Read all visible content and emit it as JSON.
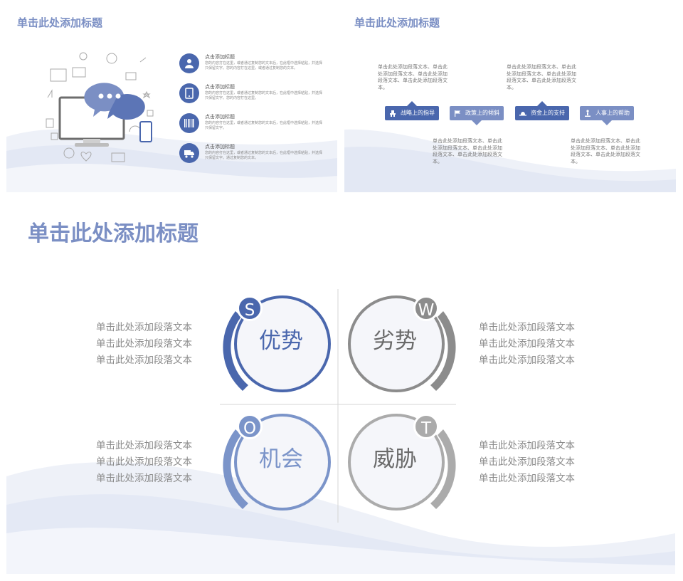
{
  "slide1": {
    "title": "单击此处添加标题",
    "features": [
      {
        "title": "点击添加标题",
        "desc": "您的内容打在这里，或者通过复制您的文本后，在此框中选择粘贴，并选择只保留文字。您的内容打在这里，或者通过复制您的文本。",
        "icon": "user-icon"
      },
      {
        "title": "点击添加标题",
        "desc": "您的内容打在这里，或者通过复制您的文本后，在此框中选择粘贴，并选择只保留文字。您的内容打在这里。",
        "icon": "tablet-icon"
      },
      {
        "title": "点击添加标题",
        "desc": "您的内容打在这里，或者通过复制您的文本后，在此框中选择粘贴，并选择只保留文字。",
        "icon": "barcode-icon"
      },
      {
        "title": "点击添加标题",
        "desc": "您的内容打在这里，或者通过复制您的文本后，在此框中选择粘贴，并选择只保留文字。通过复制您的文本。",
        "icon": "truck-icon"
      }
    ]
  },
  "slide2": {
    "title": "单击此处添加标题",
    "texts": [
      "单击此处添加段落文本、单击此处添加段落文本、单击此处添加段落文本、单击此处添加段落文本。",
      "单击此处添加段落文本、单击此处添加段落文本、单击此处添加段落文本、单击此处添加段落文本。",
      "单击此处添加段落文本、单击此处添加段落文本、单击此处添加段落文本、单击此处添加段落文本。",
      "单击此处添加段落文本、单击此处添加段落文本、单击此处添加段落文本、单击此处添加段落文本。"
    ],
    "tags": [
      {
        "label": "战略上的指导",
        "color": "#4a67ad",
        "icon": "podium-icon"
      },
      {
        "label": "政策上的倾斜",
        "color": "#7b8fc4",
        "icon": "flag-icon"
      },
      {
        "label": "资金上的支持",
        "color": "#4a67ad",
        "icon": "hat-icon"
      },
      {
        "label": "人事上的帮助",
        "color": "#7b8fc4",
        "icon": "person-icon"
      }
    ]
  },
  "slide3": {
    "title": "单击此处添加标题",
    "quadrants": [
      {
        "letter": "S",
        "label": "优势",
        "color": "#4a67ad",
        "text_color": "#4a67ad",
        "lines": [
          "单击此处添加段落文本",
          "单击此处添加段落文本",
          "单击此处添加段落文本"
        ]
      },
      {
        "letter": "W",
        "label": "劣势",
        "color": "#8c8c8c",
        "text_color": "#6a6a6a",
        "lines": [
          "单击此处添加段落文本",
          "单击此处添加段落文本",
          "单击此处添加段落文本"
        ]
      },
      {
        "letter": "O",
        "label": "机会",
        "color": "#7b94c9",
        "text_color": "#7b94c9",
        "lines": [
          "单击此处添加段落文本",
          "单击此处添加段落文本",
          "单击此处添加段落文本"
        ]
      },
      {
        "letter": "T",
        "label": "威胁",
        "color": "#ababab",
        "text_color": "#6a6a6a",
        "lines": [
          "单击此处添加段落文本",
          "单击此处添加段落文本",
          "单击此处添加段落文本"
        ]
      }
    ]
  }
}
